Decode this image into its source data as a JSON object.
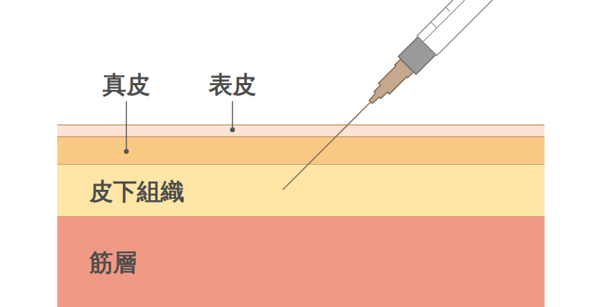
{
  "diagram": {
    "nodes": [
      {
        "text": [
          "皮下組織"
        ]
      },
      {
        "text": [
          "筋層"
        ]
      }
    ],
    "labels": [
      "真皮",
      "表皮"
    ]
  }
}
